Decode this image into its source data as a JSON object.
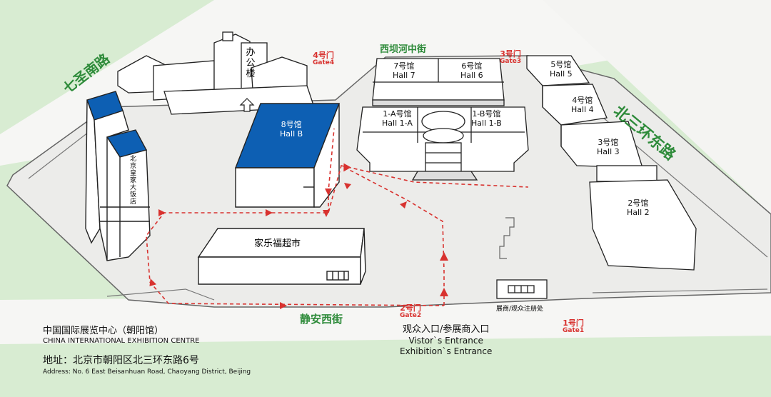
{
  "streets": {
    "north": "西坝河中街",
    "west": "七圣南路",
    "east": "北三环东路",
    "south": "静安西街"
  },
  "gates": {
    "gate4": {
      "cn": "4号门",
      "en": "Gate4"
    },
    "gate3": {
      "cn": "3号门",
      "en": "Gate3"
    },
    "gate2": {
      "cn": "2号门",
      "en": "Gate2"
    },
    "gate1": {
      "cn": "1号门",
      "en": "Gate1"
    }
  },
  "halls": {
    "h7": {
      "cn": "7号馆",
      "en": "Hall 7"
    },
    "h6": {
      "cn": "6号馆",
      "en": "Hall 6"
    },
    "h5": {
      "cn": "5号馆",
      "en": "Hall 5"
    },
    "h4": {
      "cn": "4号馆",
      "en": "Hall 4"
    },
    "h3": {
      "cn": "3号馆",
      "en": "Hall 3"
    },
    "h2": {
      "cn": "2号馆",
      "en": "Hall 2"
    },
    "h1a": {
      "cn": "1-A号馆",
      "en": "Hall 1-A"
    },
    "h1b": {
      "cn": "1-B号馆",
      "en": "Hall 1-B"
    },
    "h8": {
      "cn": "8号馆",
      "en": "Hall B"
    }
  },
  "buildings": {
    "office": "办公楼",
    "hotel": "北京皇家大饭店",
    "supermarket": "家乐福超市",
    "registration": "展商/观众注册处"
  },
  "entrance": {
    "cn": "观众入口/参展商入口",
    "en1": "Vistor`s Entrance",
    "en2": "Exhibition`s Entrance"
  },
  "venue": {
    "cn": "中国国际展览中心（朝阳馆）",
    "en": "CHINA INTERNATIONAL EXHIBITION CENTRE"
  },
  "address": {
    "cn": "地址：北京市朝阳区北三环东路6号",
    "en": "Address: No. 6 East Beisanhuan Road, Chaoyang District, Beijing"
  },
  "colors": {
    "background": "#d8ecd2",
    "ground": "#eeeeec",
    "road": "#f6f6f4",
    "highlight_building": "#0d5fb3",
    "route_arrows": "#d8322f",
    "street_text": "#2e8b3a"
  }
}
